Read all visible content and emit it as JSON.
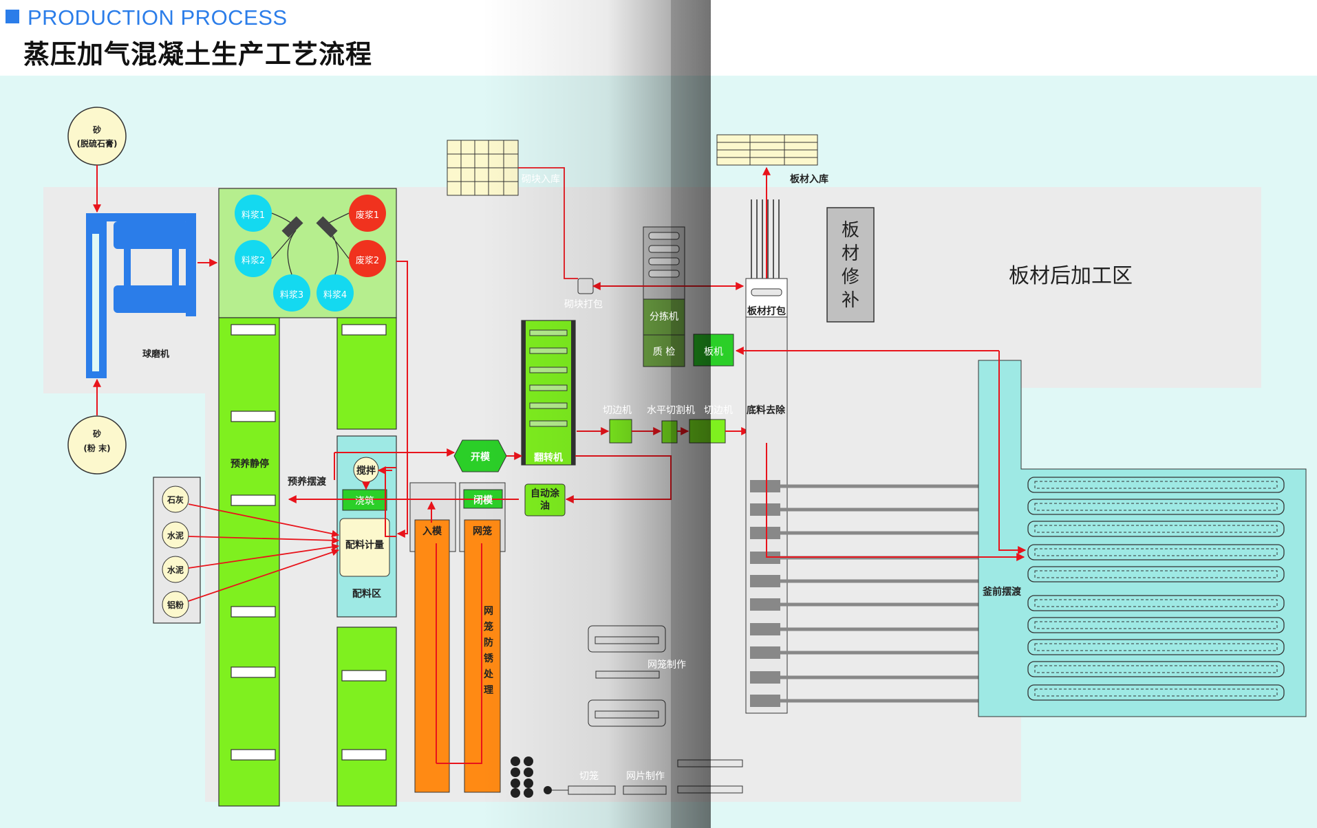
{
  "header": {
    "title_en": "PRODUCTION PROCESS",
    "title_cn": "蒸压加气混凝土生产工艺流程"
  },
  "labels": {
    "sand_gypsum_1": "砂",
    "sand_gypsum_2": "(脱硫石膏)",
    "sand_powder_1": "砂",
    "sand_powder_2": "(粉 末)",
    "ball_mill": "球磨机",
    "slurry1": "料浆1",
    "slurry2": "料浆2",
    "slurry3": "料浆3",
    "slurry4": "料浆4",
    "waste1": "废浆1",
    "waste2": "废浆2",
    "pre_curing": "预养静停",
    "pre_curing_ferry": "预养摆渡",
    "lime": "石灰",
    "cement1": "水泥",
    "cement2": "水泥",
    "al_powder": "铝粉",
    "mixing": "搅拌",
    "pouring": "浇筑",
    "batching_metering": "配料计量",
    "batching_area": "配料区",
    "mold_in": "入模",
    "cage": "网笼",
    "cage_rust": "网笼防锈处理",
    "mold_open": "开模",
    "mold_close": "闭模",
    "auto_oil": "自动涂油",
    "tilter": "翻转机",
    "block_storage": "砌块入库",
    "block_pack": "砌块打包",
    "sorter": "分拣机",
    "qc": "质 检",
    "panel_machine": "板机",
    "edge_cut1": "切边机",
    "horiz_cut": "水平切割机",
    "edge_cut2": "切边机",
    "bottom_remove": "底料去除",
    "panel_storage": "板材入库",
    "panel_pack": "板材打包",
    "panel_repair": "板材修补",
    "panel_post_area": "板材后加工区",
    "autoclave_ferry": "釜前摆渡",
    "cage_make": "网笼制作",
    "cage_cut": "切笼",
    "mesh_make": "网片制作"
  },
  "colors": {
    "accent_blue": "#2b7de9",
    "arrow_red": "#e8131b",
    "green": "#7ff01f",
    "light_green": "#b6ee8e",
    "cyan_slurry": "#14d9f0",
    "waste_red": "#f0321e",
    "orange": "#ff8a14",
    "teal": "#9ee9e4",
    "cream": "#fcf8cd",
    "bg_cyan": "#e0f8f6",
    "grey_panel": "#ebebeb"
  },
  "icons": [
    "ball-mill-icon",
    "shelf-icon",
    "coil-icon",
    "autoclave-icon"
  ]
}
